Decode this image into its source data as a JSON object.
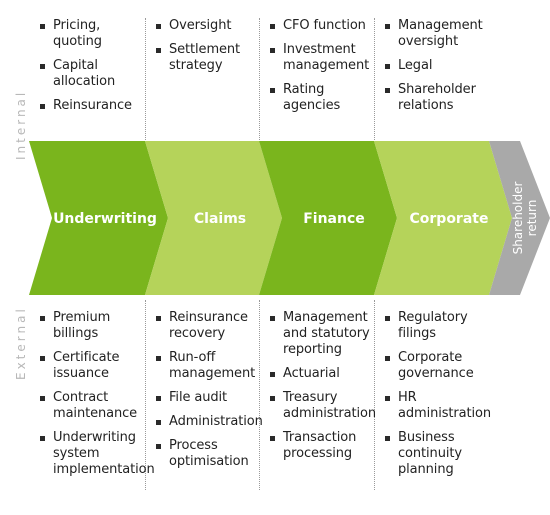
{
  "labels": {
    "internal": "Internal",
    "external": "External"
  },
  "stages": [
    {
      "name": "Underwriting",
      "color": "#7ab51d",
      "internal": [
        "Pricing, quoting",
        "Capital allocation",
        "Reinsurance"
      ],
      "external": [
        "Premium billings",
        "Certificate issuance",
        "Contract maintenance",
        "Underwriting system implementation"
      ]
    },
    {
      "name": "Claims",
      "color": "#b5d35a",
      "internal": [
        "Oversight",
        "Settlement strategy"
      ],
      "external": [
        "Reinsurance recovery",
        "Run-off management",
        "File audit",
        "Administration",
        "Process optimisation"
      ]
    },
    {
      "name": "Finance",
      "color": "#7ab51d",
      "internal": [
        "CFO function",
        "Investment management",
        "Rating agencies"
      ],
      "external": [
        "Management and statutory reporting",
        "Actuarial",
        "Treasury administration",
        "Transaction processing"
      ]
    },
    {
      "name": "Corporate",
      "color": "#b5d35a",
      "internal": [
        "Management oversight",
        "Legal",
        "Shareholder relations"
      ],
      "external": [
        "Regulatory filings",
        "Corporate governance",
        "HR administration",
        "Business continuity planning"
      ]
    }
  ],
  "final_stage": {
    "line1": "Shareholder",
    "line2": "return",
    "color": "#a9a9a9"
  }
}
